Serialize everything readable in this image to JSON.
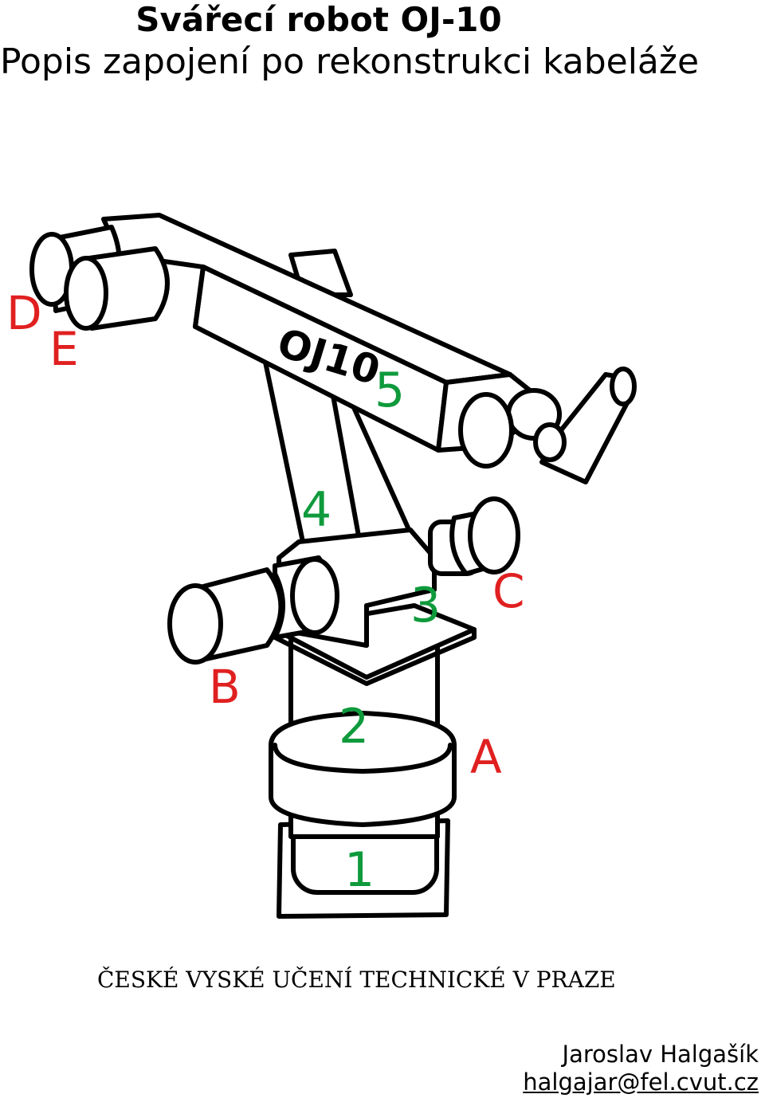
{
  "header": {
    "title": "Svářecí robot OJ-10",
    "subtitle": "Popis zapojení po rekonstrukci kabeláže"
  },
  "diagram": {
    "model_text": "OJ10",
    "motor_labels": [
      "A",
      "B",
      "C",
      "D",
      "E"
    ],
    "segment_labels": [
      "1",
      "2",
      "3",
      "4",
      "5"
    ],
    "colors": {
      "motor_label": "#e02020",
      "segment_label": "#0f9a3c",
      "outline": "#000000"
    }
  },
  "footer": {
    "university": "ČESKÉ VYSKÉ UČENÍ TECHNICKÉ V PRAZE",
    "author": "Jaroslav Halgašík",
    "email": "halgajar@fel.cvut.cz"
  }
}
